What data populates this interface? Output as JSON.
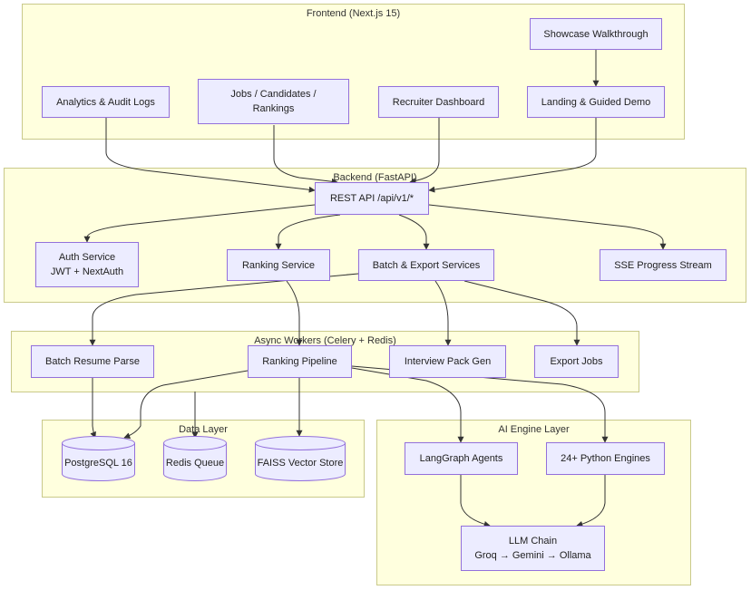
{
  "clusters": {
    "frontend": "Frontend (Next.js 15)",
    "backend": "Backend (FastAPI)",
    "workers": "Async Workers (Celery + Redis)",
    "data": "Data Layer",
    "ai": "AI Engine Layer"
  },
  "nodes": {
    "showcase": "Showcase Walkthrough",
    "analytics": "Analytics & Audit Logs",
    "jobs_line1": "Jobs / Candidates /",
    "jobs_line2": "Rankings",
    "recruiter": "Recruiter Dashboard",
    "landing": "Landing & Guided Demo",
    "rest_api": "REST API /api/v1/*",
    "auth_line1": "Auth Service",
    "auth_line2": "JWT + NextAuth",
    "ranking_service": "Ranking Service",
    "batch_export": "Batch & Export Services",
    "sse": "SSE Progress Stream",
    "batch_parse": "Batch Resume Parse",
    "ranking_pipeline": "Ranking Pipeline",
    "interview": "Interview Pack Gen",
    "export_jobs": "Export Jobs",
    "postgres": "PostgreSQL 16",
    "redis": "Redis Queue",
    "faiss": "FAISS Vector Store",
    "langgraph": "LangGraph Agents",
    "python_engines": "24+ Python Engines",
    "llm_line1": "LLM Chain",
    "llm_line2": "Groq → Gemini → Ollama"
  },
  "colors": {
    "cluster_fill": "#ffffde",
    "cluster_border": "#c9c98a",
    "node_fill": "#ececff",
    "node_border": "#9370db",
    "edge": "#333333"
  }
}
